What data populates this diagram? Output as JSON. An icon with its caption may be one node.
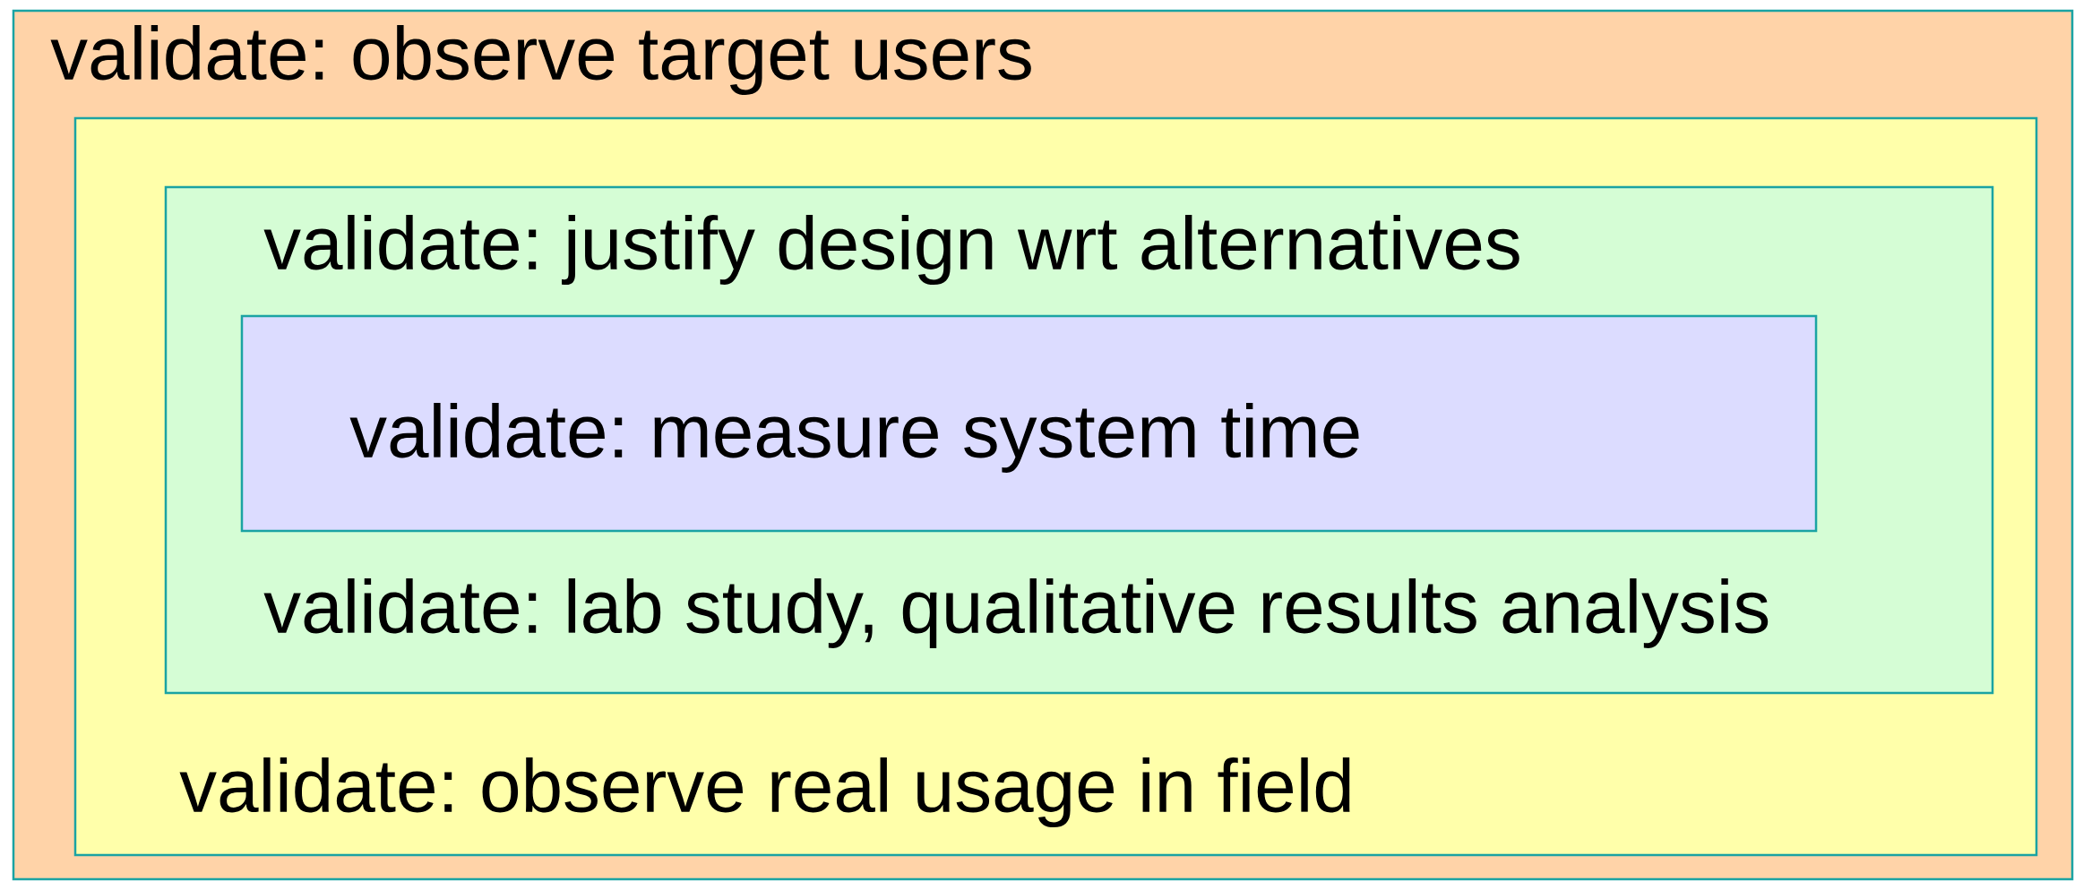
{
  "diagram": {
    "nodes": [
      {
        "text": [
          "validate: observe target users"
        ]
      },
      {
        "text": [
          "validate: observe real usage in field"
        ],
        "in": 0
      },
      {
        "text": [
          "validate: justify design wrt alternatives",
          "validate: lab study, qualitative results analysis"
        ],
        "in": 1
      },
      {
        "text": [
          "validate: measure system time"
        ],
        "in": 2
      }
    ]
  }
}
